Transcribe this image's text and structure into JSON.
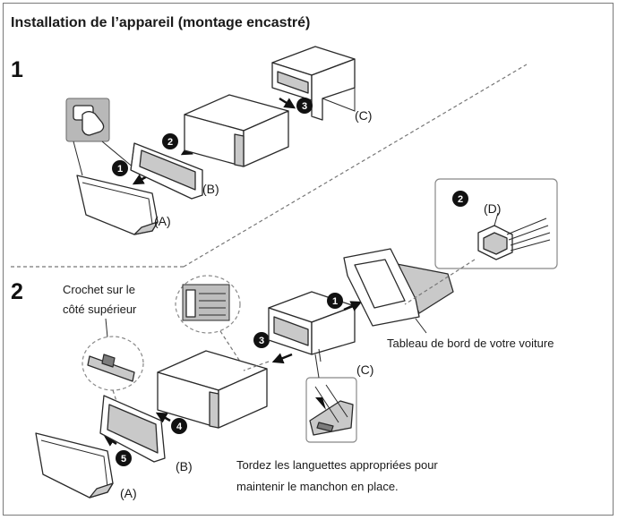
{
  "title": "Installation de l’appareil (montage encastré)",
  "steps": [
    "1",
    "2"
  ],
  "badges": [
    "1",
    "2",
    "3",
    "4",
    "5"
  ],
  "parts": {
    "a": "(A)",
    "b": "(B)",
    "c": "(C)",
    "d": "(D)"
  },
  "labels": {
    "hook_line1": "Crochet sur le",
    "hook_line2": "côté supérieur",
    "dashboard": "Tableau de bord de votre voiture",
    "tabs_line1": "Tordez les languettes appropriées pour",
    "tabs_line2": "maintenir le manchon en place."
  },
  "colors": {
    "badge": "#111111",
    "callout_fill": "#b8b8b8",
    "frame": "#7a7a7a"
  }
}
